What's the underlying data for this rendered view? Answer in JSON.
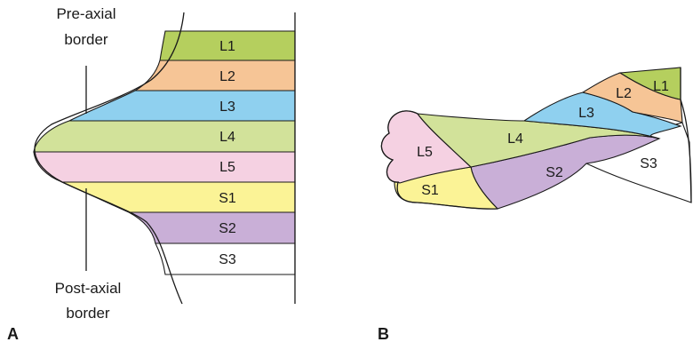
{
  "colors": {
    "L1": "#b5cf5e",
    "L2": "#f6c596",
    "L3": "#8fd0ef",
    "L4": "#d2e29a",
    "L5": "#f5d1e2",
    "S1": "#fbf396",
    "S2": "#c9afd7",
    "S3": "#ffffff",
    "outline": "#1a1a1a"
  },
  "panel_a": {
    "id": "A",
    "pre_axial": [
      "Pre-axial",
      "border"
    ],
    "post_axial": [
      "Post-axial",
      "border"
    ],
    "bands": [
      {
        "label": "L1",
        "key": "L1"
      },
      {
        "label": "L2",
        "key": "L2"
      },
      {
        "label": "L3",
        "key": "L3"
      },
      {
        "label": "L4",
        "key": "L4"
      },
      {
        "label": "L5",
        "key": "L5"
      },
      {
        "label": "S1",
        "key": "S1"
      },
      {
        "label": "S2",
        "key": "S2"
      },
      {
        "label": "S3",
        "key": "S3"
      }
    ]
  },
  "panel_b": {
    "id": "B",
    "regions": [
      {
        "label": "L1",
        "key": "L1"
      },
      {
        "label": "L2",
        "key": "L2"
      },
      {
        "label": "L3",
        "key": "L3"
      },
      {
        "label": "L4",
        "key": "L4"
      },
      {
        "label": "L5",
        "key": "L5"
      },
      {
        "label": "S1",
        "key": "S1"
      },
      {
        "label": "S2",
        "key": "S2"
      },
      {
        "label": "S3",
        "key": "S3"
      }
    ]
  }
}
